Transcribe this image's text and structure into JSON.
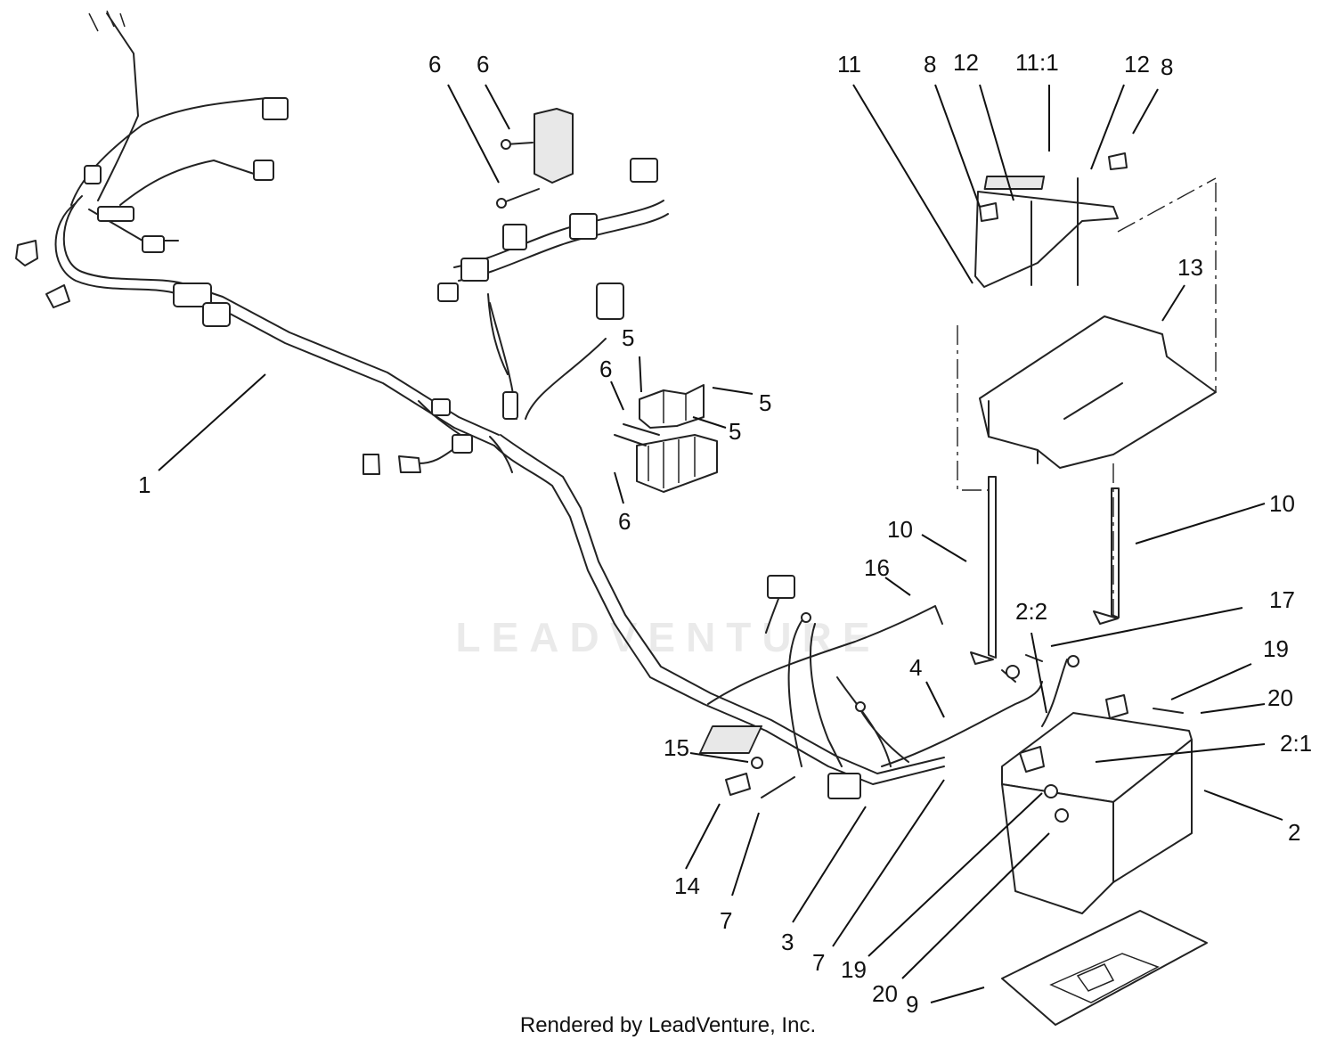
{
  "diagram": {
    "callouts": [
      "1",
      "2",
      "2:1",
      "2:2",
      "3",
      "4",
      "5",
      "6",
      "7",
      "8",
      "9",
      "10",
      "11",
      "11:1",
      "12",
      "13",
      "14",
      "15",
      "16",
      "17",
      "19",
      "20"
    ]
  },
  "watermark": "LEADVENTURE",
  "footer": "Rendered by LeadVenture, Inc."
}
